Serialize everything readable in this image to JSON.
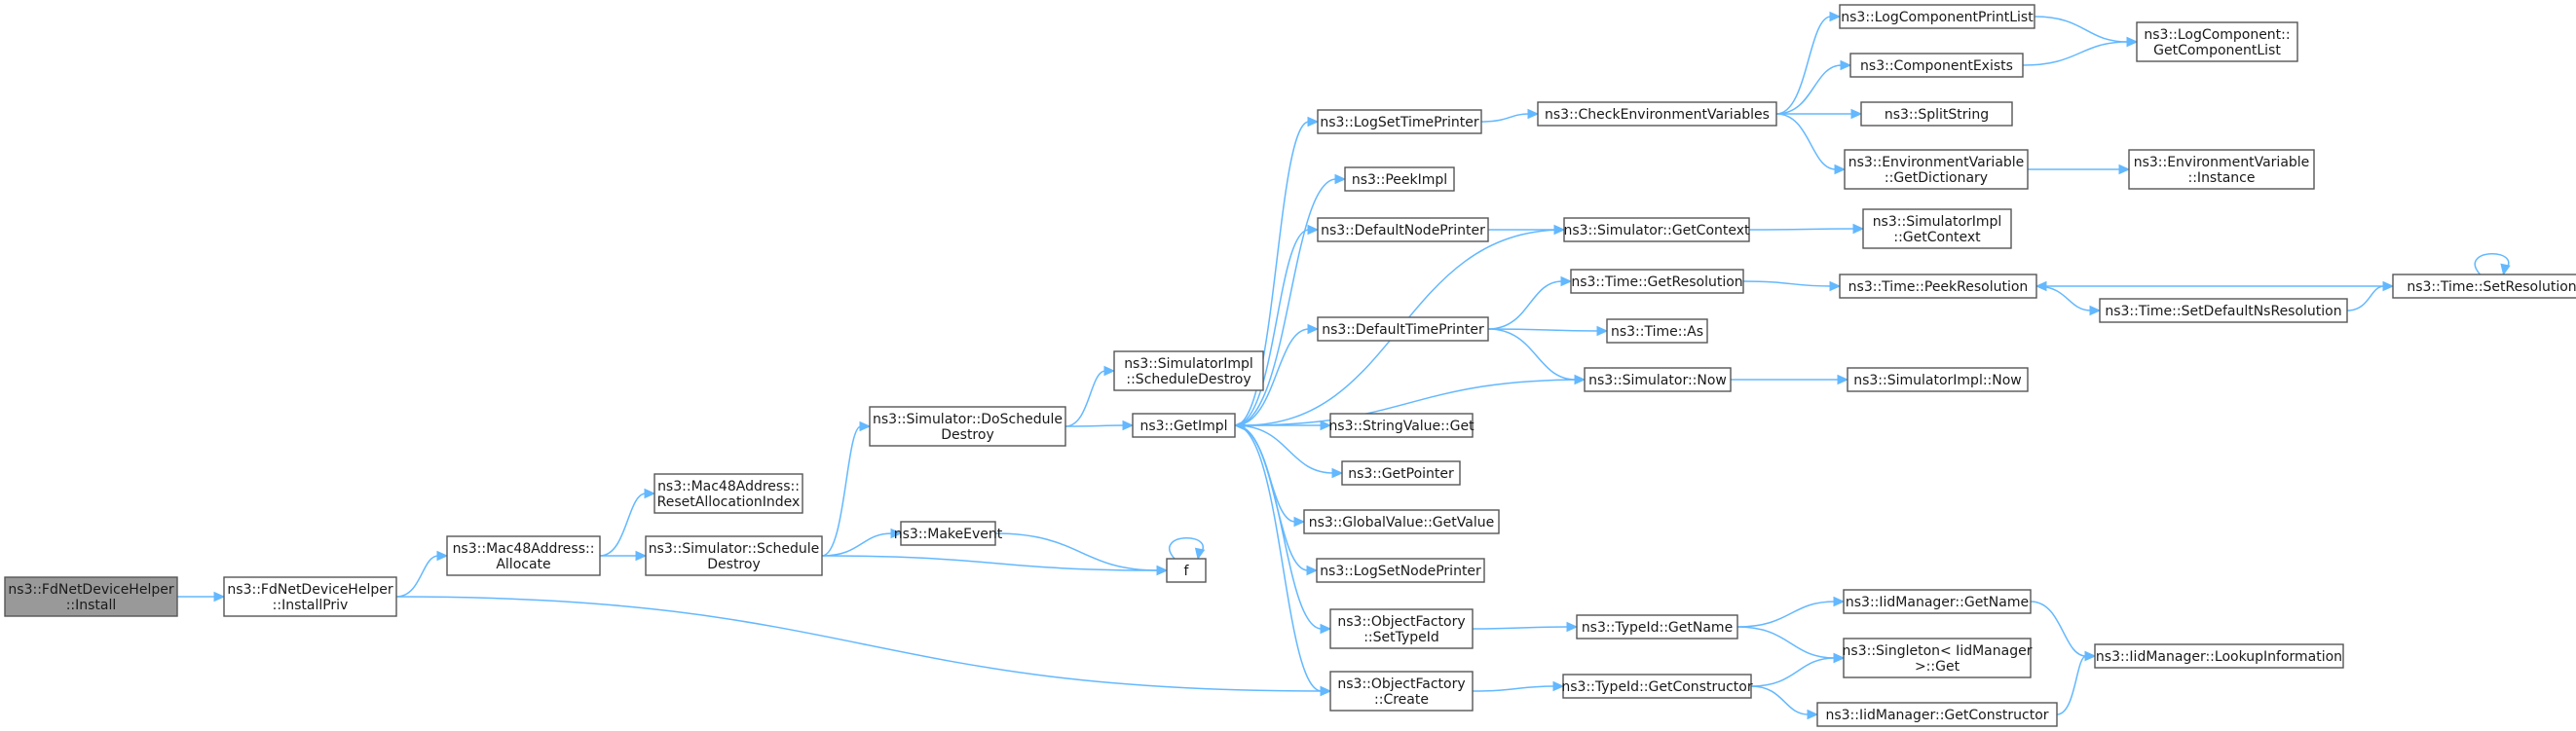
{
  "diagram": {
    "title": "",
    "colors": {
      "node_fill": "#ffffff",
      "node_border": "#555555",
      "root_fill": "#999999",
      "edge": "#63b8ff",
      "text": "#1a1a1a"
    },
    "nodes": [
      {
        "id": "n_install",
        "lines": [
          "ns3::FdNetDeviceHelper",
          "::Install"
        ],
        "root": true
      },
      {
        "id": "n_installpriv",
        "lines": [
          "ns3::FdNetDeviceHelper",
          "::InstallPriv"
        ]
      },
      {
        "id": "n_allocate",
        "lines": [
          "ns3::Mac48Address::",
          "Allocate"
        ]
      },
      {
        "id": "n_resetalloc",
        "lines": [
          "ns3::Mac48Address::",
          "ResetAllocationIndex"
        ]
      },
      {
        "id": "n_scheddestroy",
        "lines": [
          "ns3::Simulator::Schedule",
          "Destroy"
        ]
      },
      {
        "id": "n_doscheddestroy",
        "lines": [
          "ns3::Simulator::DoSchedule",
          "Destroy"
        ]
      },
      {
        "id": "n_makeevent",
        "lines": [
          "ns3::MakeEvent"
        ]
      },
      {
        "id": "n_f",
        "lines": [
          "f"
        ]
      },
      {
        "id": "n_implscheddestroy",
        "lines": [
          "ns3::SimulatorImpl",
          "::ScheduleDestroy"
        ]
      },
      {
        "id": "n_getimpl",
        "lines": [
          "ns3::GetImpl"
        ]
      },
      {
        "id": "n_logsettimeprinter",
        "lines": [
          "ns3::LogSetTimePrinter"
        ]
      },
      {
        "id": "n_peekimpl",
        "lines": [
          "ns3::PeekImpl"
        ]
      },
      {
        "id": "n_defaultnodeprinter",
        "lines": [
          "ns3::DefaultNodePrinter"
        ]
      },
      {
        "id": "n_defaulttimeprinter",
        "lines": [
          "ns3::DefaultTimePrinter"
        ]
      },
      {
        "id": "n_stringvalueget",
        "lines": [
          "ns3::StringValue::Get"
        ]
      },
      {
        "id": "n_getpointer",
        "lines": [
          "ns3::GetPointer"
        ]
      },
      {
        "id": "n_globalvalueget",
        "lines": [
          "ns3::GlobalValue::GetValue"
        ]
      },
      {
        "id": "n_logsetnodeprinter",
        "lines": [
          "ns3::LogSetNodePrinter"
        ]
      },
      {
        "id": "n_ofsettypeid",
        "lines": [
          "ns3::ObjectFactory",
          "::SetTypeId"
        ]
      },
      {
        "id": "n_ofcreate",
        "lines": [
          "ns3::ObjectFactory",
          "::Create"
        ]
      },
      {
        "id": "n_checkenv",
        "lines": [
          "ns3::CheckEnvironmentVariables"
        ]
      },
      {
        "id": "n_simgetcontext",
        "lines": [
          "ns3::Simulator::GetContext"
        ]
      },
      {
        "id": "n_timegetres",
        "lines": [
          "ns3::Time::GetResolution"
        ]
      },
      {
        "id": "n_timeas",
        "lines": [
          "ns3::Time::As"
        ]
      },
      {
        "id": "n_simnow",
        "lines": [
          "ns3::Simulator::Now"
        ]
      },
      {
        "id": "n_typeidgetname",
        "lines": [
          "ns3::TypeId::GetName"
        ]
      },
      {
        "id": "n_typeidgetctor",
        "lines": [
          "ns3::TypeId::GetConstructor"
        ]
      },
      {
        "id": "n_logcompprintlist",
        "lines": [
          "ns3::LogComponentPrintList"
        ]
      },
      {
        "id": "n_compexists",
        "lines": [
          "ns3::ComponentExists"
        ]
      },
      {
        "id": "n_splitstring",
        "lines": [
          "ns3::SplitString"
        ]
      },
      {
        "id": "n_envgetdict",
        "lines": [
          "ns3::EnvironmentVariable",
          "::GetDictionary"
        ]
      },
      {
        "id": "n_implgetcontext",
        "lines": [
          "ns3::SimulatorImpl",
          "::GetContext"
        ]
      },
      {
        "id": "n_timepeekres",
        "lines": [
          "ns3::Time::PeekResolution"
        ]
      },
      {
        "id": "n_implnow",
        "lines": [
          "ns3::SimulatorImpl::Now"
        ]
      },
      {
        "id": "n_iidgetname",
        "lines": [
          "ns3::IidManager::GetName"
        ]
      },
      {
        "id": "n_singletonget",
        "lines": [
          "ns3::Singleton< IidManager",
          " >::Get"
        ]
      },
      {
        "id": "n_iidgetctor",
        "lines": [
          "ns3::IidManager::GetConstructor"
        ]
      },
      {
        "id": "n_logcompgetlist",
        "lines": [
          "ns3::LogComponent::",
          "GetComponentList"
        ]
      },
      {
        "id": "n_envinstance",
        "lines": [
          "ns3::EnvironmentVariable",
          "::Instance"
        ]
      },
      {
        "id": "n_timesetdefaultns",
        "lines": [
          "ns3::Time::SetDefaultNsResolution"
        ]
      },
      {
        "id": "n_iidlookup",
        "lines": [
          "ns3::IidManager::LookupInformation"
        ]
      },
      {
        "id": "n_timesetres",
        "lines": [
          "ns3::Time::SetResolution"
        ]
      }
    ],
    "edges": [
      [
        "n_install",
        "n_installpriv"
      ],
      [
        "n_installpriv",
        "n_allocate"
      ],
      [
        "n_installpriv",
        "n_ofcreate"
      ],
      [
        "n_allocate",
        "n_resetalloc"
      ],
      [
        "n_allocate",
        "n_scheddestroy"
      ],
      [
        "n_scheddestroy",
        "n_doscheddestroy"
      ],
      [
        "n_scheddestroy",
        "n_makeevent"
      ],
      [
        "n_scheddestroy",
        "n_f"
      ],
      [
        "n_makeevent",
        "n_f"
      ],
      [
        "n_f",
        "n_f"
      ],
      [
        "n_doscheddestroy",
        "n_implscheddestroy"
      ],
      [
        "n_doscheddestroy",
        "n_getimpl"
      ],
      [
        "n_getimpl",
        "n_logsettimeprinter"
      ],
      [
        "n_getimpl",
        "n_peekimpl"
      ],
      [
        "n_getimpl",
        "n_defaultnodeprinter"
      ],
      [
        "n_getimpl",
        "n_defaulttimeprinter"
      ],
      [
        "n_getimpl",
        "n_stringvalueget"
      ],
      [
        "n_getimpl",
        "n_getpointer"
      ],
      [
        "n_getimpl",
        "n_globalvalueget"
      ],
      [
        "n_getimpl",
        "n_logsetnodeprinter"
      ],
      [
        "n_getimpl",
        "n_ofsettypeid"
      ],
      [
        "n_getimpl",
        "n_ofcreate"
      ],
      [
        "n_logsettimeprinter",
        "n_checkenv"
      ],
      [
        "n_checkenv",
        "n_logcompprintlist"
      ],
      [
        "n_checkenv",
        "n_compexists"
      ],
      [
        "n_checkenv",
        "n_splitstring"
      ],
      [
        "n_checkenv",
        "n_envgetdict"
      ],
      [
        "n_logcompprintlist",
        "n_logcompgetlist"
      ],
      [
        "n_compexists",
        "n_logcompgetlist"
      ],
      [
        "n_envgetdict",
        "n_envinstance"
      ],
      [
        "n_defaultnodeprinter",
        "n_simgetcontext"
      ],
      [
        "n_simgetcontext",
        "n_getimpl"
      ],
      [
        "n_simgetcontext",
        "n_implgetcontext"
      ],
      [
        "n_defaulttimeprinter",
        "n_timegetres"
      ],
      [
        "n_defaulttimeprinter",
        "n_timeas"
      ],
      [
        "n_defaulttimeprinter",
        "n_simnow"
      ],
      [
        "n_simnow",
        "n_getimpl"
      ],
      [
        "n_simnow",
        "n_implnow"
      ],
      [
        "n_timegetres",
        "n_timepeekres"
      ],
      [
        "n_timepeekres",
        "n_timesetdefaultns"
      ],
      [
        "n_timesetdefaultns",
        "n_timesetres"
      ],
      [
        "n_timesetres",
        "n_timepeekres"
      ],
      [
        "n_timesetres",
        "n_timesetres"
      ],
      [
        "n_ofsettypeid",
        "n_typeidgetname"
      ],
      [
        "n_typeidgetname",
        "n_iidgetname"
      ],
      [
        "n_typeidgetname",
        "n_singletonget"
      ],
      [
        "n_iidgetname",
        "n_iidlookup"
      ],
      [
        "n_ofcreate",
        "n_typeidgetctor"
      ],
      [
        "n_typeidgetctor",
        "n_singletonget"
      ],
      [
        "n_typeidgetctor",
        "n_iidgetctor"
      ],
      [
        "n_iidgetctor",
        "n_iidlookup"
      ]
    ]
  }
}
